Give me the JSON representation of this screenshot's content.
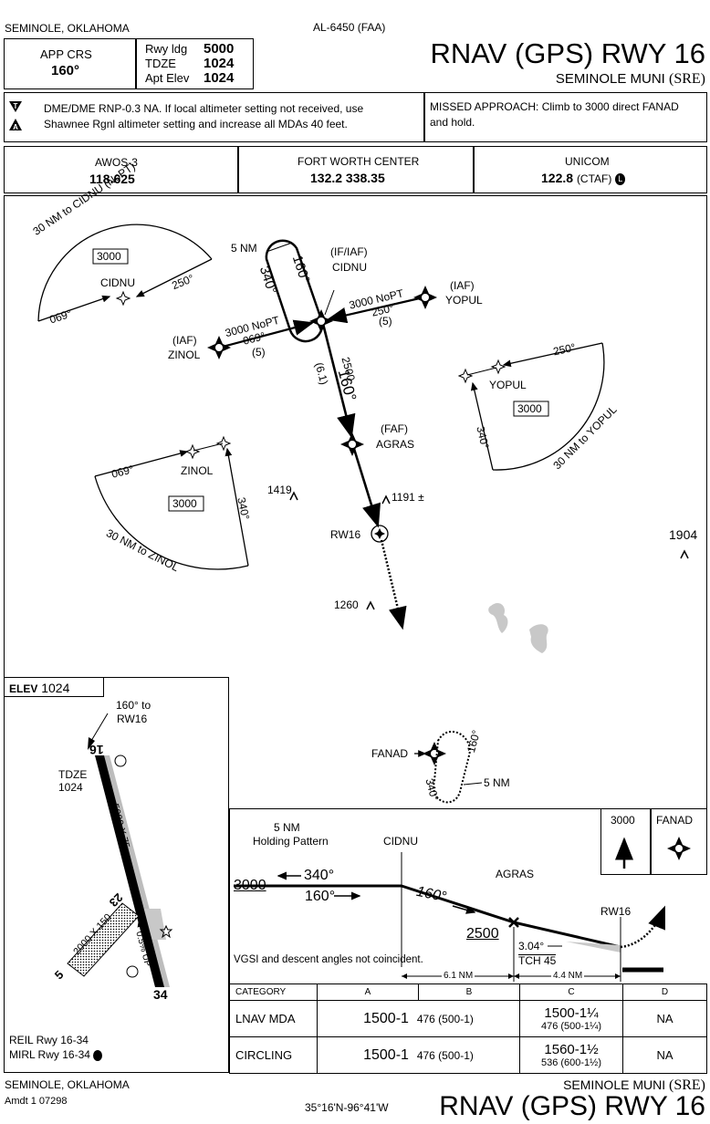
{
  "header": {
    "location": "SEMINOLE, OKLAHOMA",
    "chart_id": "AL-6450 (FAA)",
    "title": "RNAV (GPS) RWY 16",
    "airport": "SEMINOLE MUNI",
    "airport_code": "(SRE)"
  },
  "briefing": {
    "app_crs_label": "APP CRS",
    "app_crs_value": "160°",
    "rwy_ldg_label": "Rwy ldg",
    "rwy_ldg_value": "5000",
    "tdze_label": "TDZE",
    "tdze_value": "1024",
    "apt_elev_label": "Apt Elev",
    "apt_elev_value": "1024",
    "note_line1": "DME/DME RNP-0.3 NA. If local altimeter setting not received, use",
    "note_line2": "Shawnee Rgnl altimeter setting  and increase all MDAs 40 feet.",
    "missed_line1": "MISSED APPROACH: Climb to 3000 direct FANAD",
    "missed_line2": "and hold."
  },
  "comms": {
    "awos_label": "AWOS-3",
    "awos_freq": "118.625",
    "center_label": "FORT WORTH CENTER",
    "center_freq": "132.2  338.35",
    "unicom_label": "UNICOM",
    "unicom_freq": "122.8",
    "unicom_ctaf": "(CTAF)",
    "unicom_symbol": "L"
  },
  "plan": {
    "cidnu_arc": "30 NM to CIDNU (NoPT)",
    "cidnu_alt": "3000",
    "cidnu_name": "CIDNU",
    "cidnu_crs_in": "250°",
    "cidnu_crs_out": "069°",
    "hold_dist": "5 NM",
    "hold_out": "160°",
    "hold_in": "340°",
    "if_label": "(IF/IAF)",
    "if_name": "CIDNU",
    "yopul_iaf": "(IAF)",
    "yopul_iaf_name": "YOPUL",
    "yopul_alt": "3000 NoPT",
    "yopul_crs": "250°",
    "yopul_dist": "(5)",
    "zinol_iaf": "(IAF)",
    "zinol_iaf_name": "ZINOL",
    "zinol_alt": "3000 NoPT",
    "zinol_crs": "069°",
    "zinol_dist": "(5)",
    "final_alt": "2500",
    "final_crs": "160°",
    "final_dist": "(6.1)",
    "faf_label": "(FAF)",
    "faf_name": "AGRAS",
    "yopul_taa_crs_in": "250°",
    "yopul_taa_name": "YOPUL",
    "yopul_taa_alt": "3000",
    "yopul_taa_crs": "340°",
    "yopul_taa_arc": "30 NM to YOPUL",
    "zinol_taa_crs_out": "069°",
    "zinol_taa_name": "ZINOL",
    "zinol_taa_alt": "3000",
    "zinol_taa_crs": "340°",
    "zinol_taa_arc": "30 NM to ZINOL",
    "obs1": "1419",
    "obs2": "1191",
    "obs2_suffix": "±",
    "obs3": "1904",
    "obs4": "1260",
    "rw16": "RW16",
    "fanad": "FANAD",
    "fanad_crs_out": "160°",
    "fanad_crs_in": "340°",
    "fanad_dist": "5 NM"
  },
  "airport_diagram": {
    "elev_label": "ELEV",
    "elev_value": "1024",
    "crs_to_line1": "160° to",
    "crs_to_line2": "RW16",
    "rwy16": "16",
    "rwy34": "34",
    "rwy5": "5",
    "rwy23": "23",
    "tdze_label": "TDZE",
    "tdze_value": "1024",
    "rwy_dims": "5000 X 75",
    "rwy2_dims": "2000 X 150",
    "grad": "0.5% UP",
    "reil": "REIL Rwy 16-34",
    "mirl": "MIRL Rwy 16-34"
  },
  "profile": {
    "hold_line1": "5 NM",
    "hold_line2": "Holding Pattern",
    "cidnu": "CIDNU",
    "agras": "AGRAS",
    "rw16": "RW16",
    "alt_3000": "3000",
    "crs_340": "340°",
    "crs_160a": "160°",
    "crs_160b": "160°",
    "alt_2500": "2500",
    "gp_angle": "3.04°",
    "tch": "TCH 45",
    "vgsi_note": "VGSI and descent angles not coincident.",
    "dist1": "6.1 NM",
    "dist2": "4.4 NM",
    "ma_alt": "3000",
    "ma_fix": "FANAD"
  },
  "minima": {
    "headers": [
      "CATEGORY",
      "A",
      "B",
      "C",
      "D"
    ],
    "lnav_label": "LNAV  MDA",
    "lnav_ab_main": "1500-1",
    "lnav_ab_sub": "476 (500-1)",
    "lnav_c_main": "1500-1¼",
    "lnav_c_sub": "476 (500-1¼)",
    "lnav_d": "NA",
    "circ_label": "CIRCLING",
    "circ_ab_main": "1500-1",
    "circ_ab_sub": "476 (500-1)",
    "circ_c_main": "1560-1½",
    "circ_c_sub": "536 (600-1½)",
    "circ_d": "NA"
  },
  "footer": {
    "location": "SEMINOLE, OKLAHOMA",
    "amdt": "Amdt 1  07298",
    "coords": "35°16'N-96°41'W",
    "airport": "SEMINOLE MUNI",
    "airport_code": "(SRE)",
    "title": "RNAV (GPS) RWY 16"
  }
}
